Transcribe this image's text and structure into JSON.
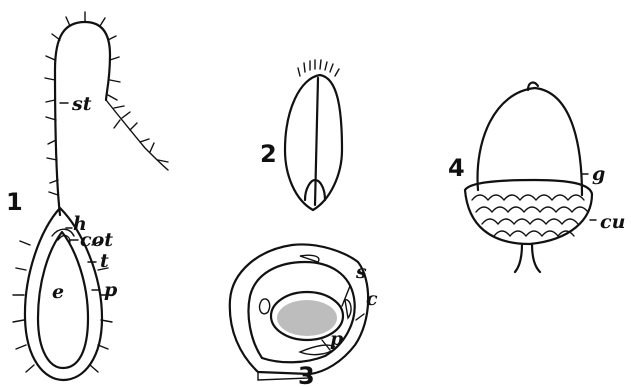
{
  "figures": [
    {
      "number": "1",
      "labels": [
        "st",
        "h",
        "cot",
        "e",
        "t",
        "p"
      ]
    },
    {
      "number": "2",
      "labels": []
    },
    {
      "number": "3",
      "labels": [
        "s",
        "c",
        "p"
      ]
    },
    {
      "number": "4",
      "labels": [
        "g",
        "cu"
      ]
    }
  ]
}
